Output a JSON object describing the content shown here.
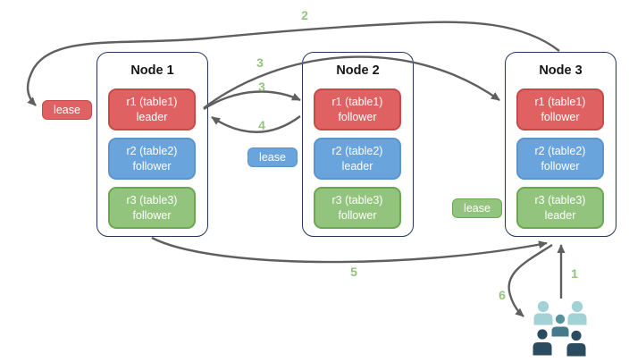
{
  "nodes": [
    {
      "title": "Node 1",
      "replicas": [
        {
          "name": "r1 (table1)",
          "role": "leader",
          "color": "red"
        },
        {
          "name": "r2 (table2)",
          "role": "follower",
          "color": "blue"
        },
        {
          "name": "r3 (table3)",
          "role": "follower",
          "color": "green"
        }
      ]
    },
    {
      "title": "Node 2",
      "replicas": [
        {
          "name": "r1 (table1)",
          "role": "follower",
          "color": "red"
        },
        {
          "name": "r2 (table2)",
          "role": "leader",
          "color": "blue"
        },
        {
          "name": "r3 (table3)",
          "role": "follower",
          "color": "green"
        }
      ]
    },
    {
      "title": "Node 3",
      "replicas": [
        {
          "name": "r1 (table1)",
          "role": "follower",
          "color": "red"
        },
        {
          "name": "r2 (table2)",
          "role": "follower",
          "color": "blue"
        },
        {
          "name": "r3 (table3)",
          "role": "leader",
          "color": "green"
        }
      ]
    }
  ],
  "leases": [
    {
      "label": "lease",
      "color": "red"
    },
    {
      "label": "lease",
      "color": "blue"
    },
    {
      "label": "lease",
      "color": "green"
    }
  ],
  "steps": {
    "s1": "1",
    "s2": "2",
    "s3a": "3",
    "s3b": "3",
    "s4": "4",
    "s5": "5",
    "s6": "6"
  },
  "icons": {
    "users": "users-group-icon"
  },
  "colors": {
    "replica_red": "#e06161",
    "replica_red_border": "#c94848",
    "replica_blue": "#6aa4dc",
    "replica_blue_border": "#5b95cc",
    "replica_green": "#93c47d",
    "replica_green_border": "#6aa84f",
    "node_border": "#22365e",
    "arrow": "#5f5f5f",
    "step_number": "#93c47d",
    "users_light": "#a2d2d5",
    "users_medium_head": "#54939c",
    "users_medium_body": "#46798b",
    "users_dark": "#2b4b5e"
  }
}
